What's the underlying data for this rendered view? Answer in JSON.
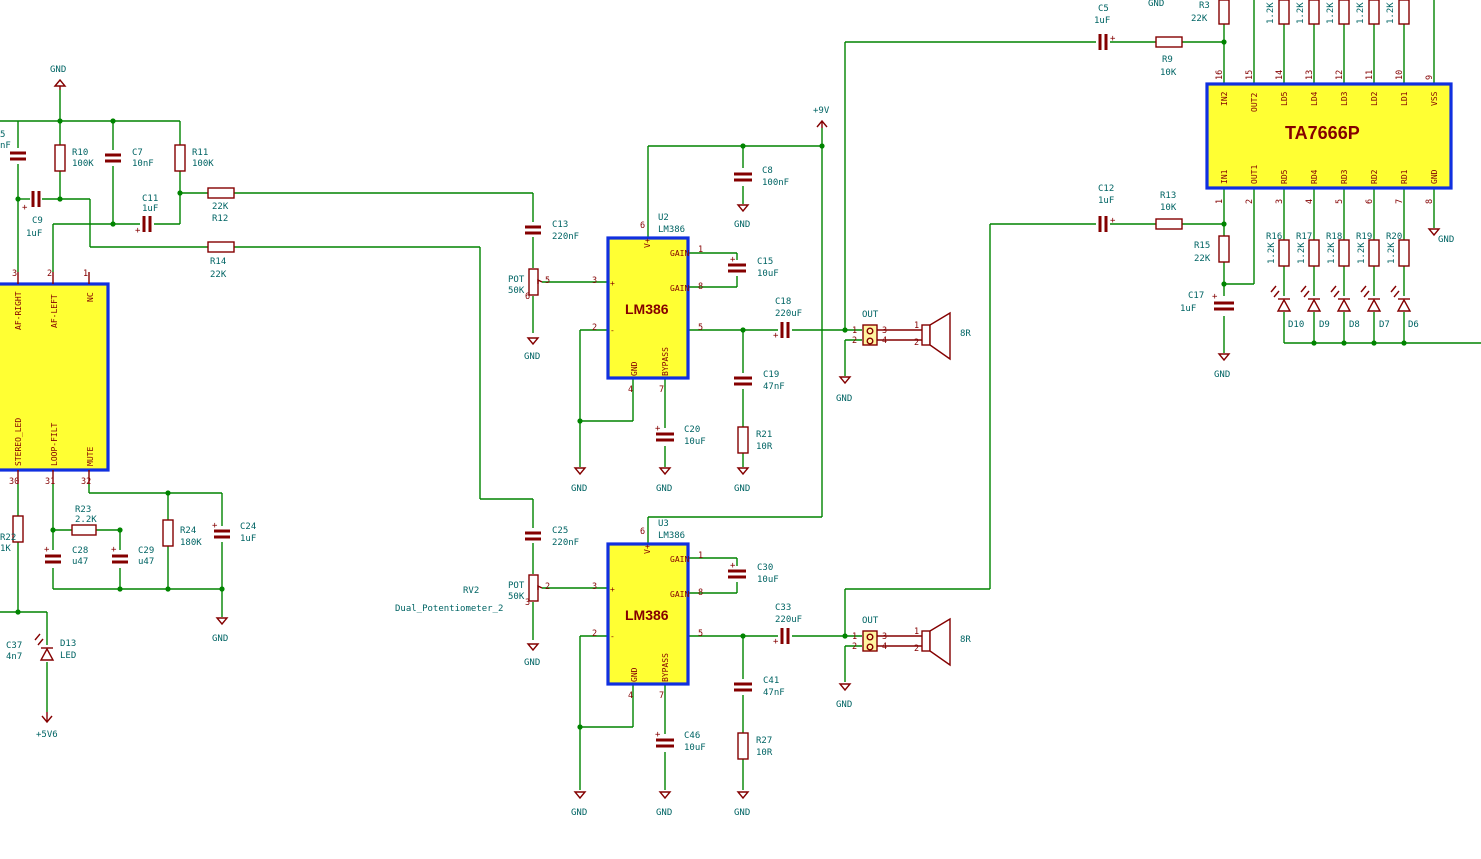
{
  "ic": {
    "ta7666p": {
      "name": "TA7666P",
      "top_pins": [
        "IN2",
        "OUT2",
        "LD5",
        "LD4",
        "LD3",
        "LD2",
        "LD1",
        "VSS"
      ],
      "top_nums": [
        "16",
        "15",
        "14",
        "13",
        "12",
        "11",
        "10",
        "9"
      ],
      "bottom_pins": [
        "IN1",
        "OUT1",
        "RD5",
        "RD4",
        "RD3",
        "RD2",
        "RD1",
        "GND"
      ],
      "bottom_nums": [
        "1",
        "2",
        "3",
        "4",
        "5",
        "6",
        "7",
        "8"
      ]
    },
    "u2": {
      "ref": "U2",
      "value": "LM386",
      "name": "LM386"
    },
    "u3": {
      "ref": "U3",
      "value": "LM386",
      "name": "LM386"
    },
    "lm386_pins": {
      "vplus": "V+",
      "gain": "GAIN",
      "gnd": "GND",
      "bypass": "BYPASS",
      "plus": "+",
      "minus": "-",
      "n6": "6",
      "n1": "1",
      "n8": "8",
      "n3": "3",
      "n2": "2",
      "n5": "5",
      "n4": "4",
      "n7": "7"
    },
    "left": {
      "top_pins": [
        "AF-RIGHT",
        "AF-LEFT",
        "NC"
      ],
      "top_nums": [
        "3",
        "2",
        "1"
      ],
      "bottom_pins": [
        "STEREO_LED",
        "LOOP-FILT",
        "MUTE"
      ],
      "bottom_nums": [
        "30",
        "31",
        "32"
      ]
    }
  },
  "power": {
    "gnd": "GND",
    "v9": "+9V",
    "v56": "+5V6"
  },
  "labels": {
    "c5": "C5",
    "c5v": "1uF",
    "r3": "R3",
    "r3v": "22K",
    "r9": "R9",
    "r9v": "10K",
    "c12": "C12",
    "c12v": "1uF",
    "r13": "R13",
    "r13v": "10K",
    "r15": "R15",
    "r15v": "22K",
    "c17": "C17",
    "c17v": "1uF",
    "r10": "R10",
    "r10v": "100K",
    "c7": "C7",
    "c7v": "10nF",
    "r11": "R11",
    "r11v": "100K",
    "c11": "C11",
    "c11v": "1uF",
    "c9": "C9",
    "c9v": "1uF",
    "r12": "R12",
    "r12v": "22K",
    "r14": "R14",
    "r14v": "22K",
    "c13": "C13",
    "c13v": "220nF",
    "c25": "C25",
    "c25v": "220nF",
    "pot": "POT",
    "potv": "50K",
    "rv2": "RV2",
    "rv2v": "Dual_Potentiometer_2",
    "c8": "C8",
    "c8v": "100nF",
    "c15": "C15",
    "c15v": "10uF",
    "c30": "C30",
    "c30v": "10uF",
    "c18": "C18",
    "c18v": "220uF",
    "c33": "C33",
    "c33v": "220uF",
    "c19": "C19",
    "c19v": "47nF",
    "c41": "C41",
    "c41v": "47nF",
    "r21": "R21",
    "r21v": "10R",
    "r27": "R27",
    "r27v": "10R",
    "c20": "C20",
    "c20v": "10uF",
    "c46": "C46",
    "c46v": "10uF",
    "out": "OUT",
    "spk": "8R",
    "r23": "R23",
    "r23v": "2.2K",
    "c28": "C28",
    "c28v": "u47",
    "c29": "C29",
    "c29v": "u47",
    "r24": "R24",
    "r24v": "180K",
    "c24": "C24",
    "c24v": "1uF",
    "c37": "C37",
    "c37v": "4n7",
    "d13": "D13",
    "d13v": "LED",
    "r22": "R22",
    "r22v": "1K",
    "c_cut": "5",
    "c_cutv": "nF",
    "led_r": "1.2K",
    "r16": "R16",
    "r17": "R17",
    "r18": "R18",
    "r19": "R19",
    "r20": "R20",
    "d10": "D10",
    "d9": "D9",
    "d8": "D8",
    "d7": "D7",
    "d6": "D6",
    "pin1": "1",
    "pin2": "2",
    "pin3": "3",
    "pin4": "4",
    "pin5": "5",
    "pin6": "6",
    "pin7": "7",
    "pin8": "8",
    "pin9": "9",
    "pin10": "10",
    "pin11": "11",
    "pin12": "12",
    "pin13": "13",
    "pin14": "14",
    "pin15": "15",
    "pin16": "16",
    "plus": "+"
  }
}
